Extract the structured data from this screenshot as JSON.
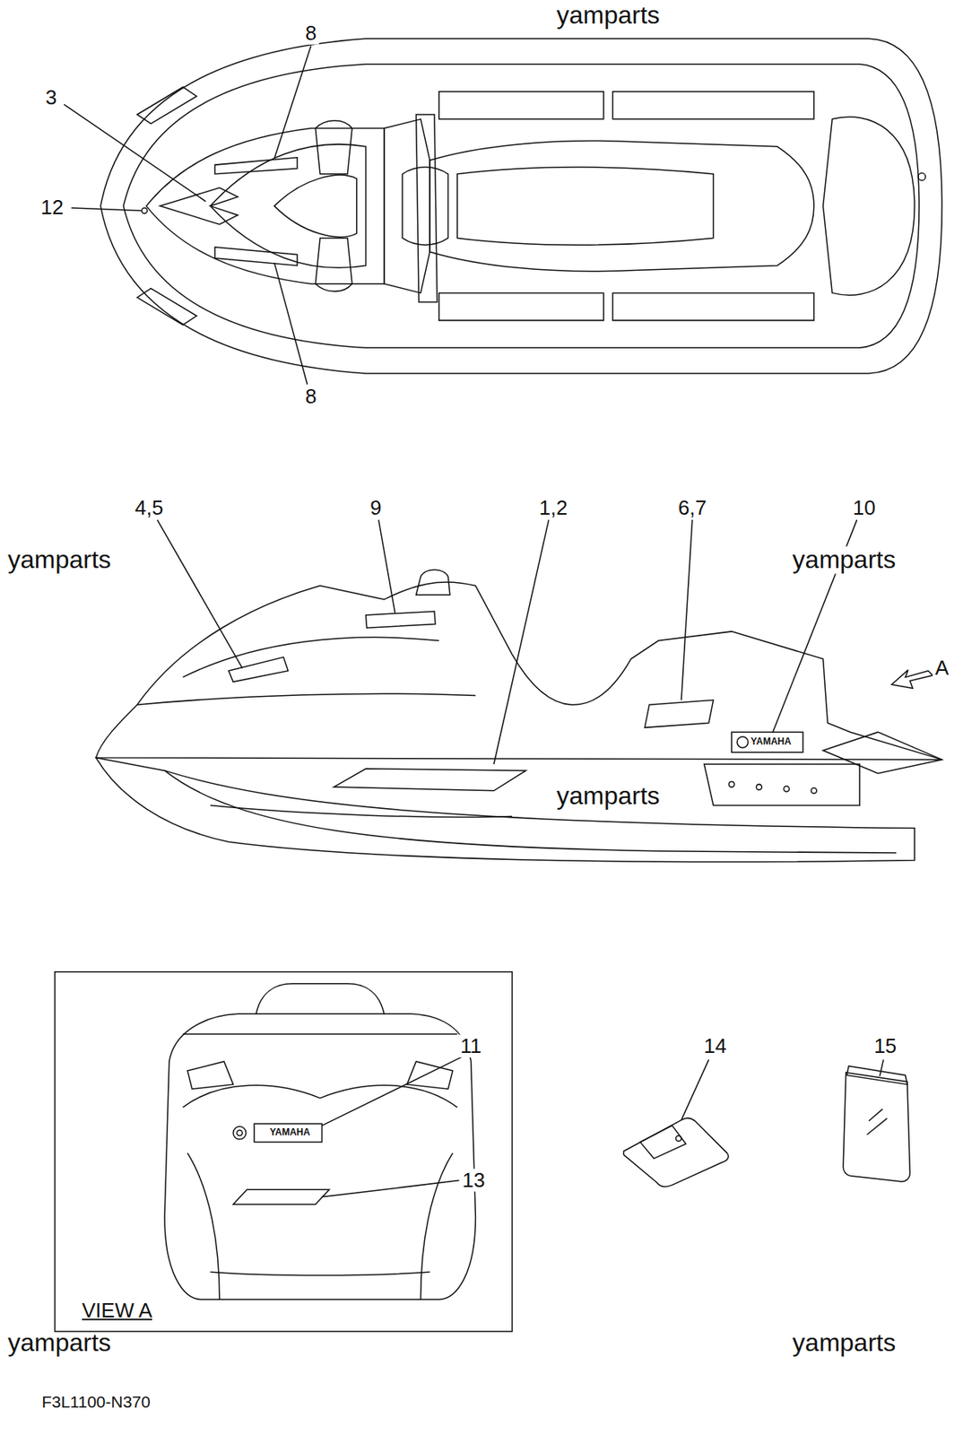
{
  "diagram": {
    "labels": [
      "yamparts",
      "8",
      "3",
      "12",
      "8",
      "4,5",
      "9",
      "1,2",
      "6,7",
      "10",
      "yamparts",
      "yamparts",
      "A",
      "YAMAHA",
      "yamparts",
      "11",
      "14",
      "15",
      "YAMAHA",
      "13",
      "VIEW A",
      "yamparts",
      "yamparts",
      "F3L1100-N370"
    ]
  }
}
